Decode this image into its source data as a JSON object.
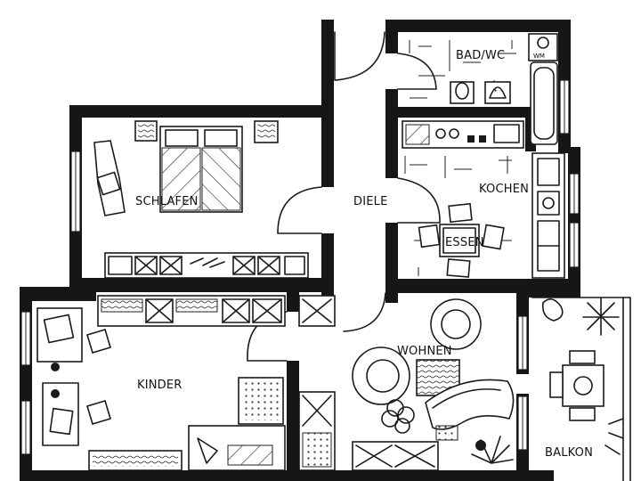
{
  "rooms": {
    "bad_wc": "BAD/WC",
    "schlafen": "SCHLAFEN",
    "diele": "DIELE",
    "kochen": "KOCHEN",
    "essen": "ESSEN",
    "wohnen": "WOHNEN",
    "kinder": "KINDER",
    "balkon": "BALKON",
    "wm": "WM"
  }
}
